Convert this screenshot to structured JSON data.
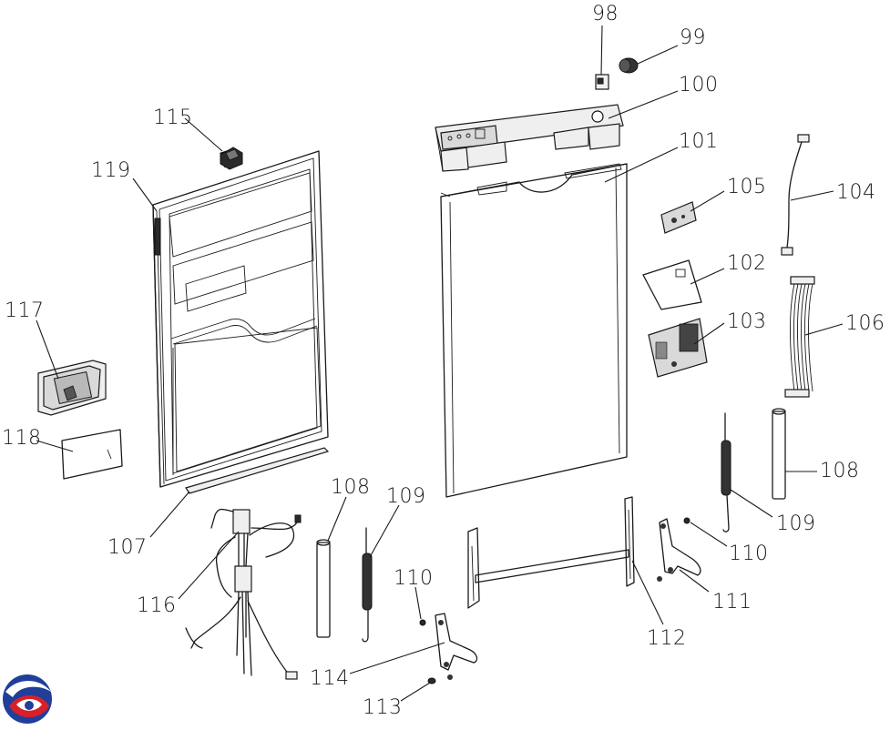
{
  "callouts": {
    "p98": "98",
    "p99": "99",
    "p100": "100",
    "p101": "101",
    "p102": "102",
    "p103": "103",
    "p104": "104",
    "p105": "105",
    "p106": "106",
    "p107": "107",
    "p108a": "108",
    "p108b": "108",
    "p109a": "109",
    "p109b": "109",
    "p110a": "110",
    "p110b": "110",
    "p111": "111",
    "p112": "112",
    "p113": "113",
    "p114": "114",
    "p115": "115",
    "p116": "116",
    "p117": "117",
    "p118": "118",
    "p119": "119"
  },
  "logo": {
    "icon": "brand-logo-icon",
    "colors": {
      "blue": "#1f3f9a",
      "red": "#d8202a"
    }
  }
}
